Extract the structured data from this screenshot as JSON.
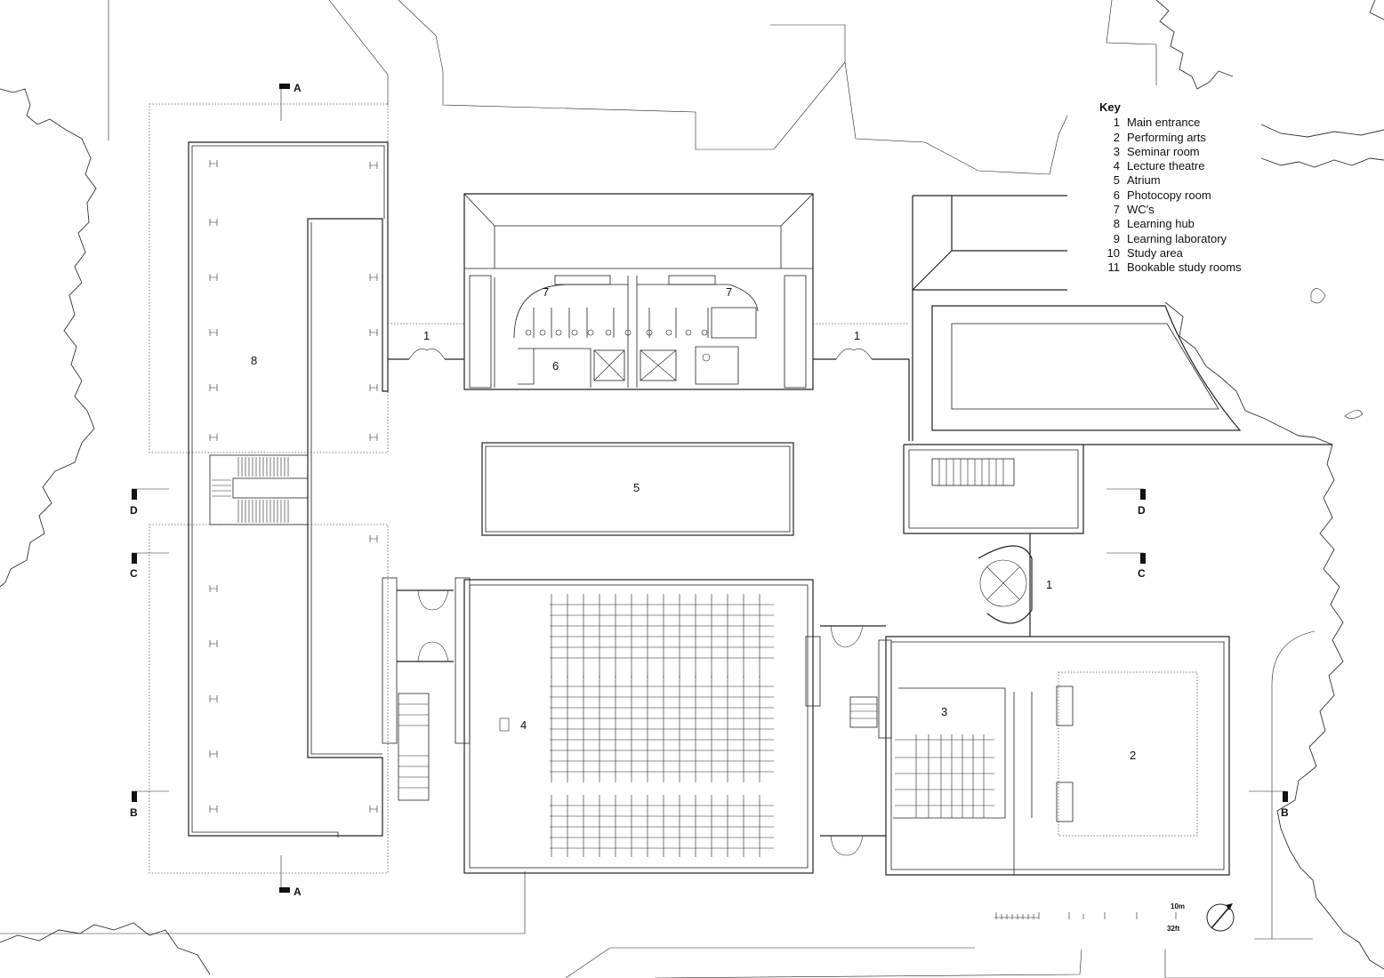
{
  "key": {
    "title": "Key",
    "items": [
      {
        "num": "1",
        "label": "Main entrance"
      },
      {
        "num": "2",
        "label": "Performing arts"
      },
      {
        "num": "3",
        "label": "Seminar room"
      },
      {
        "num": "4",
        "label": "Lecture theatre"
      },
      {
        "num": "5",
        "label": "Atrium"
      },
      {
        "num": "6",
        "label": "Photocopy room"
      },
      {
        "num": "7",
        "label": "WC's"
      },
      {
        "num": "8",
        "label": "Learning hub"
      },
      {
        "num": "9",
        "label": "Learning laboratory"
      },
      {
        "num": "10",
        "label": "Study area"
      },
      {
        "num": "11",
        "label": "Bookable study rooms"
      }
    ]
  },
  "rooms": {
    "learning_hub": "8",
    "entrance_west": "1",
    "entrance_east": "1",
    "entrance_south": "1",
    "wc_left": "7",
    "wc_right": "7",
    "photocopy": "6",
    "atrium": "5",
    "lecture_theatre": "4",
    "seminar_room": "3",
    "performing_arts": "2"
  },
  "sections": {
    "a_top": "A",
    "a_bottom": "A",
    "b_left": "B",
    "b_right": "B",
    "c_left": "C",
    "c_right": "C",
    "d_left": "D",
    "d_right": "D"
  },
  "scale": {
    "metric": "10m",
    "imperial": "32ft"
  },
  "icons": {
    "north": "north-arrow-icon"
  }
}
